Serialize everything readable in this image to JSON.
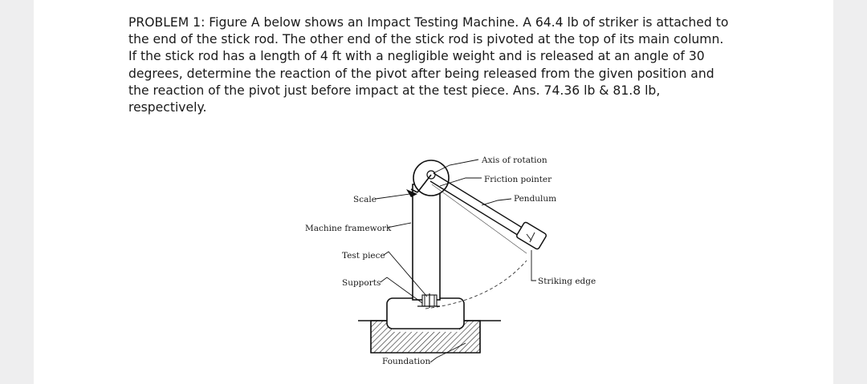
{
  "problem": {
    "lines": [
      "PROBLEM 1: Figure A below shows an Impact Testing Machine. A 64.4 lb of striker is attached to",
      "the end of the stick rod. The other end of the stick rod is pivoted at the top of its main column.",
      "If the stick rod has a length of 4 ft with a negligible weight and is released at an angle of 30",
      "degrees, determine the reaction of the pivot after being released from the given position and",
      "the reaction of the pivot just before impact at the test piece. Ans. 74.36 lb & 81.8 lb,",
      "respectively."
    ]
  },
  "figure": {
    "labels": {
      "axis_of_rotation": "Axis of rotation",
      "friction_pointer": "Friction pointer",
      "pendulum": "Pendulum",
      "scale": "Scale",
      "machine_framework": "Machine framework",
      "test_piece": "Test piece",
      "supports": "Supports",
      "striking_edge": "Striking edge",
      "foundation": "Foundation"
    }
  }
}
